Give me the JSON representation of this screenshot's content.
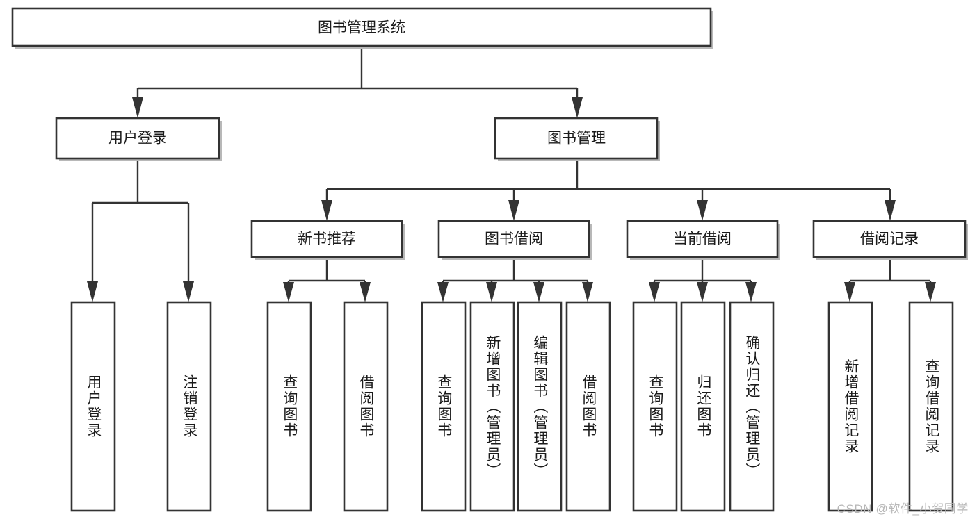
{
  "diagram": {
    "type": "hierarchy-tree",
    "title": "图书管理系统",
    "watermark": "CSDN @软件_小贺同学",
    "colors": {
      "box_fill": "#ffffff",
      "box_stroke": "#333333",
      "text": "#1b1b1b",
      "shadow": "#b8b8b8",
      "watermark": "#b7b7b7"
    },
    "root": {
      "label": "图书管理系统"
    },
    "level2": [
      {
        "id": "user-login",
        "label": "用户登录"
      },
      {
        "id": "book-management",
        "label": "图书管理"
      }
    ],
    "level3": [
      {
        "id": "new-book-recommend",
        "label": "新书推荐",
        "parent": "book-management"
      },
      {
        "id": "book-borrow",
        "label": "图书借阅",
        "parent": "book-management"
      },
      {
        "id": "current-borrow",
        "label": "当前借阅",
        "parent": "book-management"
      },
      {
        "id": "borrow-record",
        "label": "借阅记录",
        "parent": "book-management"
      }
    ],
    "leaves": {
      "user-login": [
        {
          "id": "leaf-user-login",
          "label": "用户登录"
        },
        {
          "id": "leaf-user-logout",
          "label": "注销登录"
        }
      ],
      "new-book-recommend": [
        {
          "id": "leaf-query-book-1",
          "label": "查询图书"
        },
        {
          "id": "leaf-borrow-book-1",
          "label": "借阅图书"
        }
      ],
      "book-borrow": [
        {
          "id": "leaf-query-book-2",
          "label": "查询图书"
        },
        {
          "id": "leaf-add-book",
          "label": "新增图书（管理员）"
        },
        {
          "id": "leaf-edit-book",
          "label": "编辑图书（管理员）"
        },
        {
          "id": "leaf-borrow-book-2",
          "label": "借阅图书"
        }
      ],
      "current-borrow": [
        {
          "id": "leaf-query-book-3",
          "label": "查询图书"
        },
        {
          "id": "leaf-return-book",
          "label": "归还图书"
        },
        {
          "id": "leaf-confirm-return",
          "label": "确认归还（管理员）"
        }
      ],
      "borrow-record": [
        {
          "id": "leaf-add-record",
          "label": "新增借阅记录"
        },
        {
          "id": "leaf-query-record",
          "label": "查询借阅记录"
        }
      ]
    }
  }
}
